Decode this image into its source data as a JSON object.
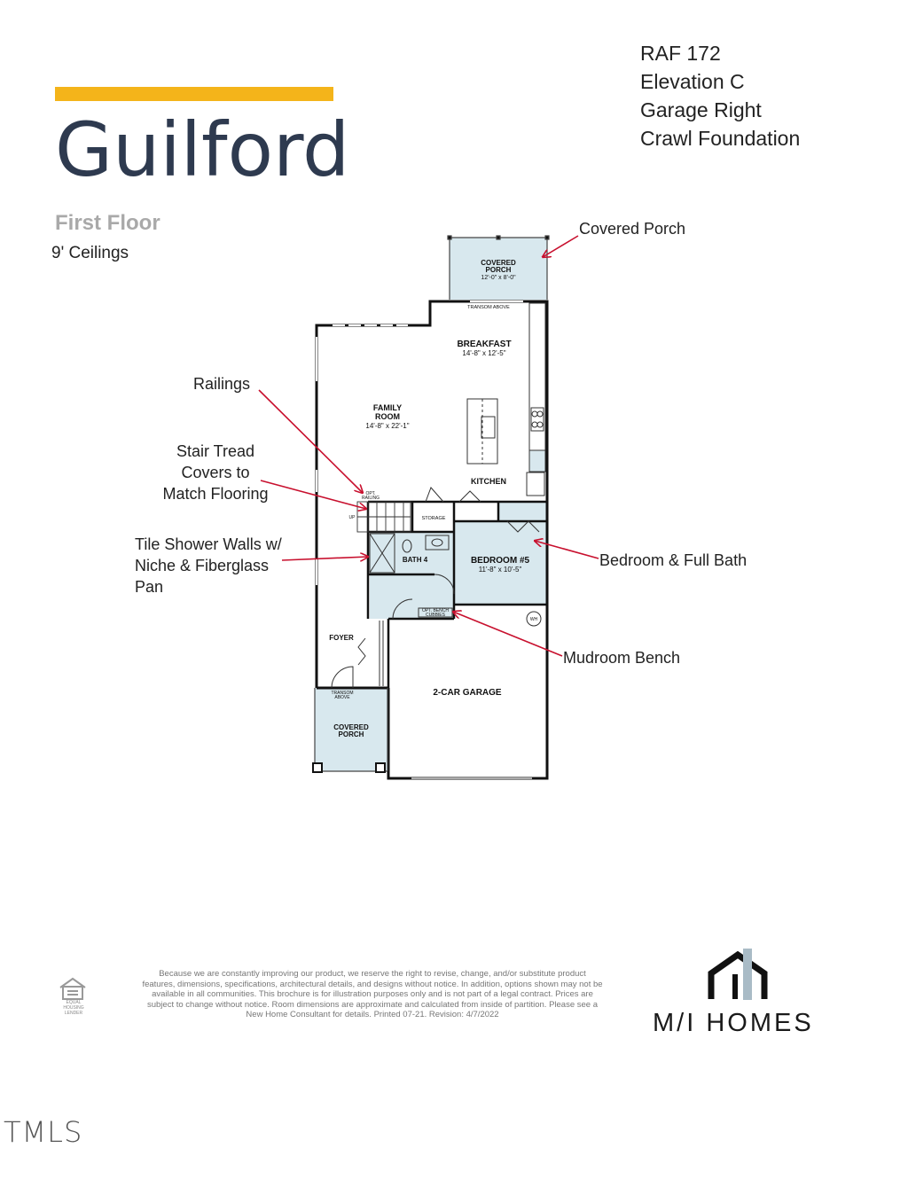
{
  "header": {
    "title": "Guilford",
    "floor": "First Floor",
    "ceilings": "9' Ceilings",
    "spec": [
      "RAF 172",
      "Elevation C",
      "Garage Right",
      "Crawl Foundation"
    ]
  },
  "callouts": {
    "covered_porch": "Covered Porch",
    "railings": "Railings",
    "stair_tread": [
      "Stair Tread",
      "Covers to",
      "Match Flooring"
    ],
    "tile_shower": [
      "Tile Shower Walls w/",
      "Niche & Fiberglass",
      "Pan"
    ],
    "bedroom_bath": "Bedroom & Full Bath",
    "mudroom_bench": "Mudroom Bench"
  },
  "rooms": {
    "covered_porch_rear": {
      "name": [
        "COVERED",
        "PORCH"
      ],
      "dims": "12'-0\" x 8'-0\""
    },
    "transom_rear": "TRANSOM ABOVE",
    "breakfast": {
      "name": "BREAKFAST",
      "dims": "14'-8\" x 12'-5\""
    },
    "family_room": {
      "name": [
        "FAMILY",
        "ROOM"
      ],
      "dims": "14'-8\" x 22'-1\""
    },
    "kitchen": "KITCHEN",
    "opt_railing": [
      "OPT.",
      "RAILING"
    ],
    "up": "UP",
    "storage": "STORAGE",
    "bath4": "BATH 4",
    "bedroom5": {
      "name": "BEDROOM #5",
      "dims": "11'-8\" x 10'-5\""
    },
    "opt_bench": [
      "OPT. BENCH",
      "CUBBIES"
    ],
    "wh": "WH",
    "foyer": "FOYER",
    "garage": "2-CAR GARAGE",
    "transom_front": [
      "TRANSOM",
      "ABOVE"
    ],
    "covered_porch_front": [
      "COVERED",
      "PORCH"
    ]
  },
  "footer": {
    "disclaimer": "Because we are constantly improving our product, we reserve the right to revise, change, and/or substitute product features, dimensions, specifications, architectural details, and designs without notice. In addition, options shown may not be available in all communities. This brochure is for illustration purposes only and is not part of a legal contract. Prices are subject to change without notice. Room dimensions are approximate and calculated from inside of partition. Please see a New Home Consultant for details. Printed 07-21. Revision: 4/7/2022",
    "equal_housing": "EQUAL HOUSING LENDER",
    "brand": "M/I HOMES",
    "mls": "TMLS"
  },
  "colors": {
    "accent": "#F4B41A",
    "title": "#2E3A4F",
    "arrow": "#C8102E",
    "fill": "#D8E8EE"
  }
}
